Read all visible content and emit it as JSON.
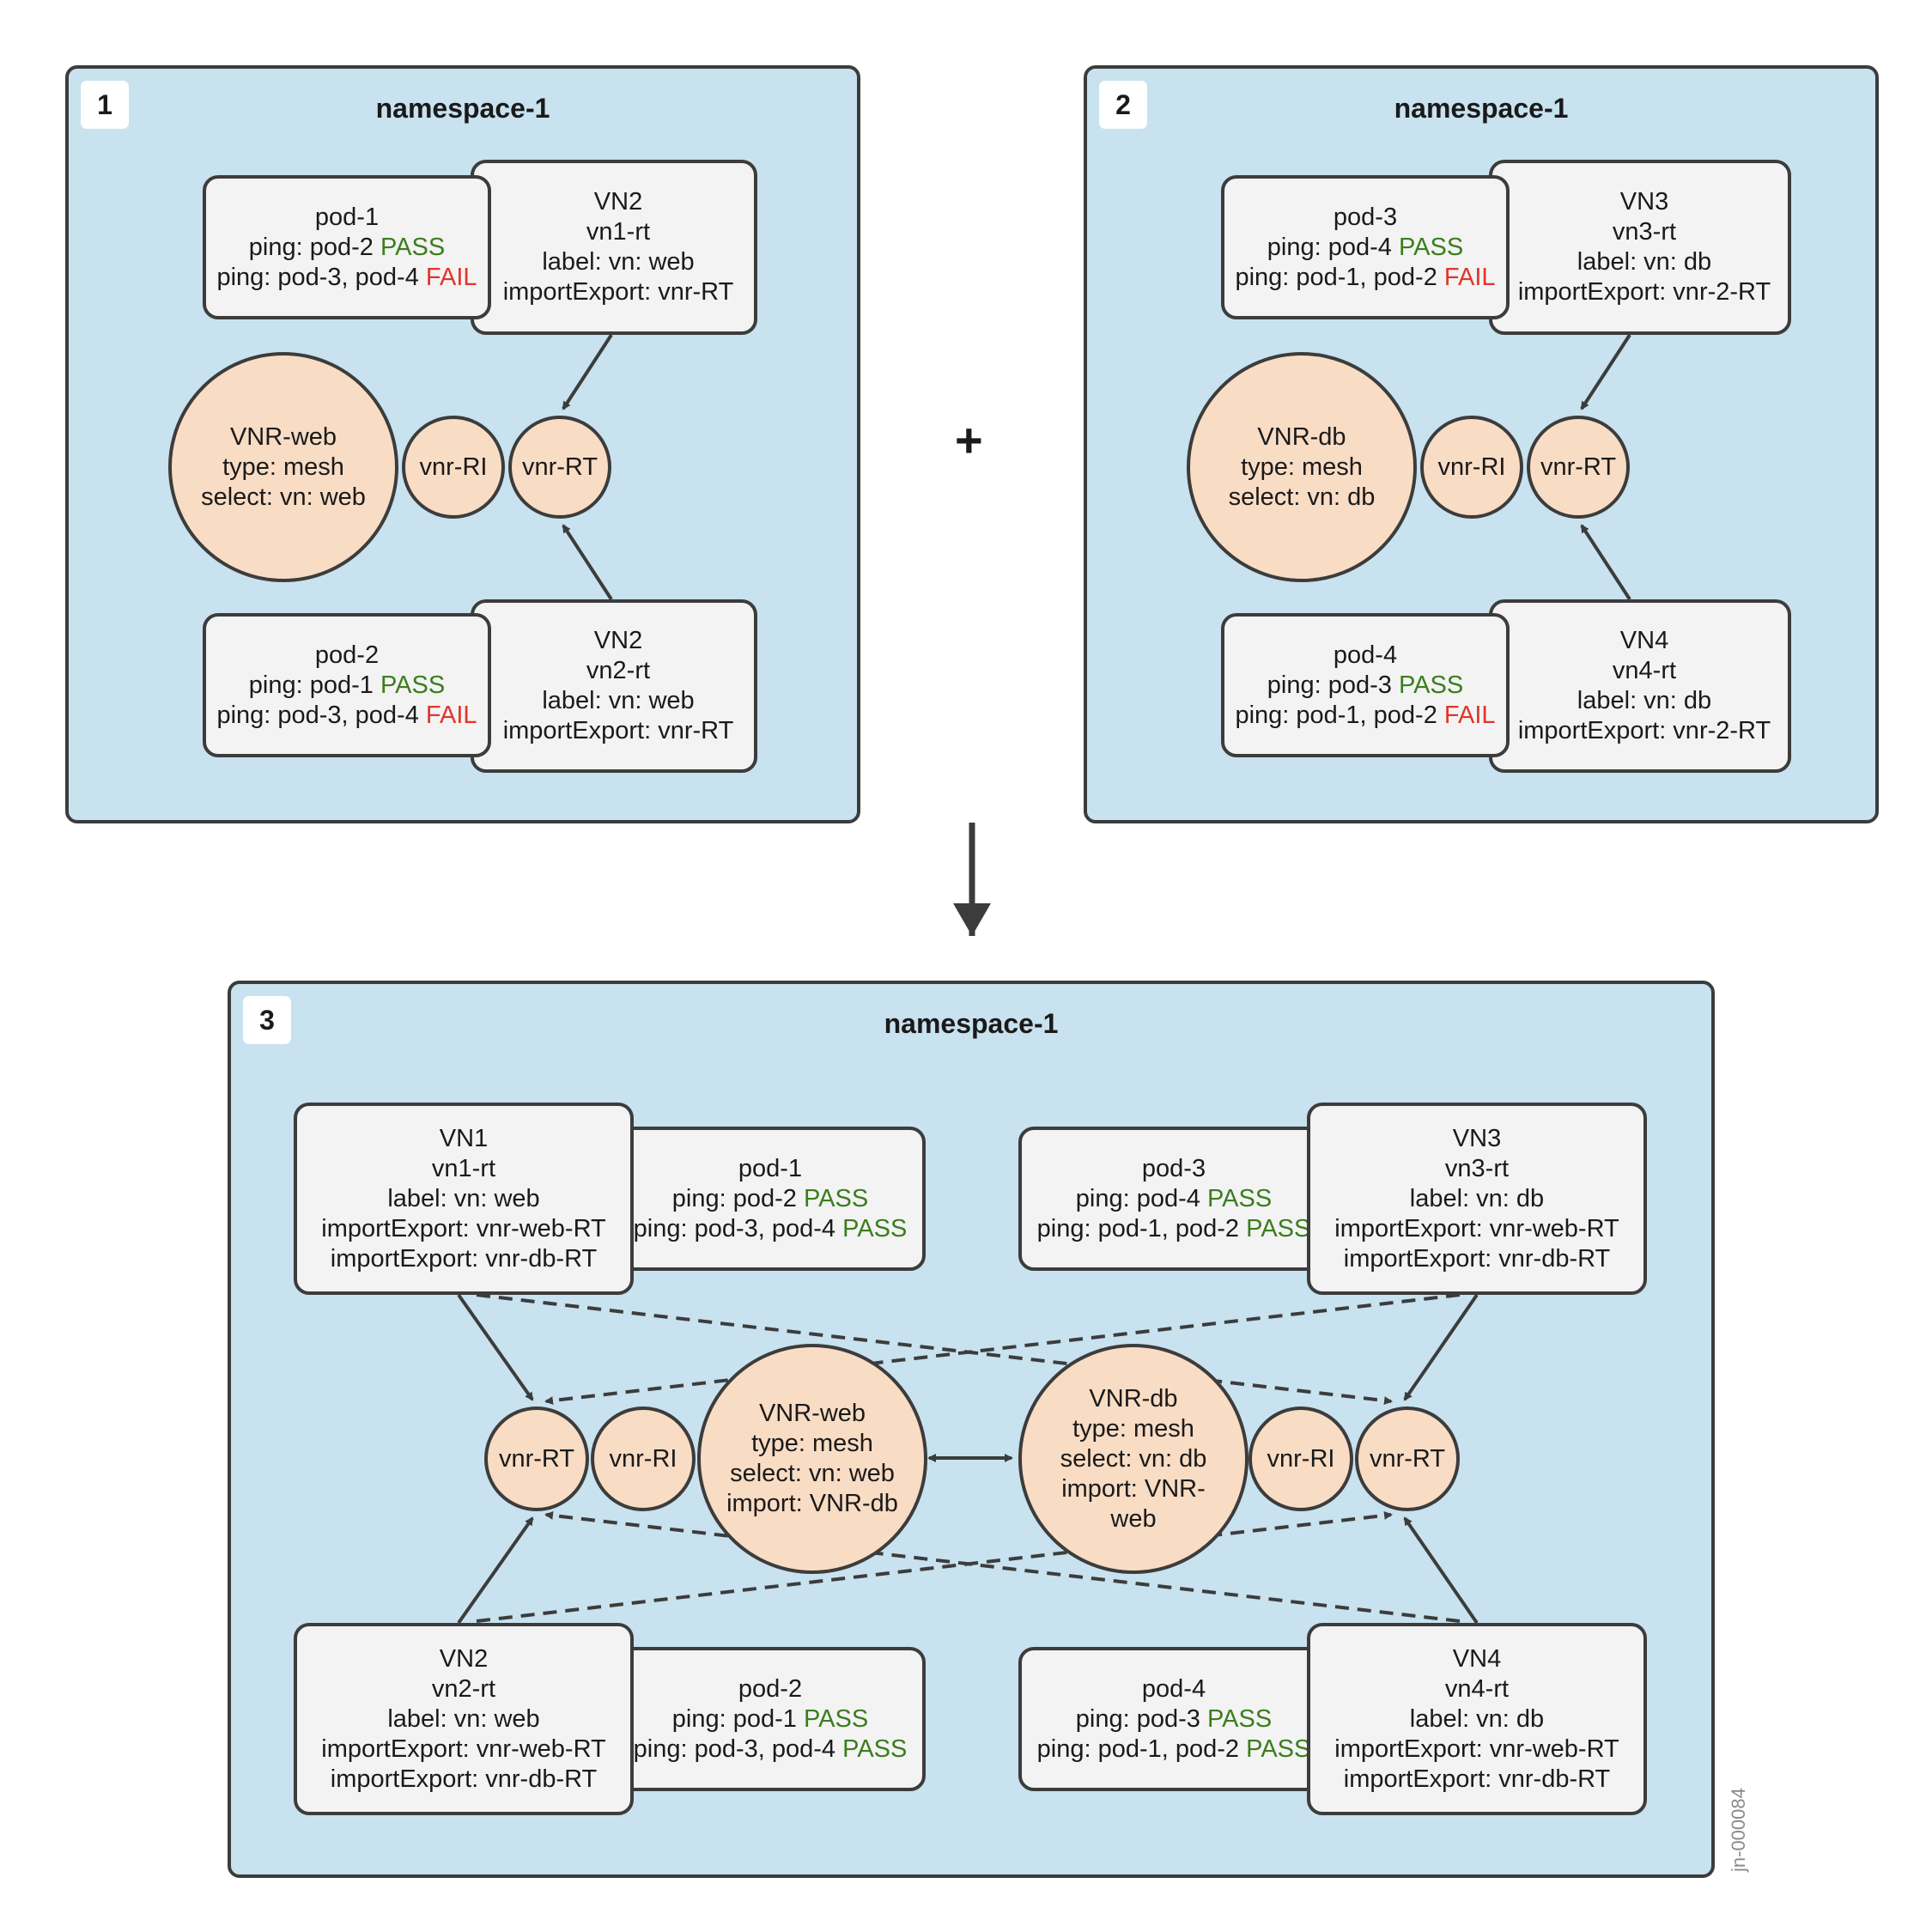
{
  "plus_sign": "+",
  "doc_id": "jn-000084",
  "panel1": {
    "number": "1",
    "title": "namespace-1",
    "pod_top": {
      "name": "pod-1",
      "l1_prefix": "ping: pod-2 ",
      "l1_status": "PASS",
      "l2_prefix": "ping: pod-3, pod-4 ",
      "l2_status": "FAIL"
    },
    "vn_top": {
      "l1": "VN2",
      "l2": "vn1-rt",
      "l3": "label: vn: web",
      "l4": "importExport: vnr-RT"
    },
    "vnr": {
      "l1": "VNR-web",
      "l2": "type: mesh",
      "l3": "select: vn: web"
    },
    "ri": "vnr-RI",
    "rt": "vnr-RT",
    "pod_bot": {
      "name": "pod-2",
      "l1_prefix": "ping: pod-1 ",
      "l1_status": "PASS",
      "l2_prefix": "ping: pod-3, pod-4 ",
      "l2_status": "FAIL"
    },
    "vn_bot": {
      "l1": "VN2",
      "l2": "vn2-rt",
      "l3": "label: vn: web",
      "l4": "importExport: vnr-RT"
    }
  },
  "panel2": {
    "number": "2",
    "title": "namespace-1",
    "pod_top": {
      "name": "pod-3",
      "l1_prefix": "ping: pod-4 ",
      "l1_status": "PASS",
      "l2_prefix": "ping: pod-1, pod-2 ",
      "l2_status": "FAIL"
    },
    "vn_top": {
      "l1": "VN3",
      "l2": "vn3-rt",
      "l3": "label: vn: db",
      "l4": "importExport: vnr-2-RT"
    },
    "vnr": {
      "l1": "VNR-db",
      "l2": "type: mesh",
      "l3": "select: vn: db"
    },
    "ri": "vnr-RI",
    "rt": "vnr-RT",
    "pod_bot": {
      "name": "pod-4",
      "l1_prefix": "ping: pod-3 ",
      "l1_status": "PASS",
      "l2_prefix": "ping: pod-1, pod-2 ",
      "l2_status": "FAIL"
    },
    "vn_bot": {
      "l1": "VN4",
      "l2": "vn4-rt",
      "l3": "label: vn: db",
      "l4": "importExport: vnr-2-RT"
    }
  },
  "panel3": {
    "number": "3",
    "title": "namespace-1",
    "vn1": {
      "l1": "VN1",
      "l2": "vn1-rt",
      "l3": "label: vn: web",
      "l4": "importExport: vnr-web-RT",
      "l5": "importExport: vnr-db-RT"
    },
    "pod1": {
      "name": "pod-1",
      "l1_prefix": "ping: pod-2 ",
      "l1_status": "PASS",
      "l2_prefix": "ping: pod-3, pod-4 ",
      "l2_status": "PASS"
    },
    "pod3": {
      "name": "pod-3",
      "l1_prefix": "ping: pod-4 ",
      "l1_status": "PASS",
      "l2_prefix": "ping: pod-1, pod-2 ",
      "l2_status": "PASS"
    },
    "vn3": {
      "l1": "VN3",
      "l2": "vn3-rt",
      "l3": "label: vn: db",
      "l4": "importExport: vnr-web-RT",
      "l5": "importExport: vnr-db-RT"
    },
    "rt_left": "vnr-RT",
    "ri_left": "vnr-RI",
    "vnr_web": {
      "l1": "VNR-web",
      "l2": "type: mesh",
      "l3": "select: vn: web",
      "l4": "import: VNR-db"
    },
    "vnr_db": {
      "l1": "VNR-db",
      "l2": "type: mesh",
      "l3": "select: vn: db",
      "l4": "import: VNR-",
      "l5": "web"
    },
    "ri_right": "vnr-RI",
    "rt_right": "vnr-RT",
    "vn2": {
      "l1": "VN2",
      "l2": "vn2-rt",
      "l3": "label: vn: web",
      "l4": "importExport: vnr-web-RT",
      "l5": "importExport: vnr-db-RT"
    },
    "pod2": {
      "name": "pod-2",
      "l1_prefix": "ping: pod-1 ",
      "l1_status": "PASS",
      "l2_prefix": "ping: pod-3, pod-4 ",
      "l2_status": "PASS"
    },
    "pod4": {
      "name": "pod-4",
      "l1_prefix": "ping: pod-3 ",
      "l1_status": "PASS",
      "l2_prefix": "ping: pod-1, pod-2 ",
      "l2_status": "PASS"
    },
    "vn4": {
      "l1": "VN4",
      "l2": "vn4-rt",
      "l3": "label: vn: db",
      "l4": "importExport: vnr-web-RT",
      "l5": "importExport: vnr-db-RT"
    }
  },
  "colors": {
    "panel_bg": "#c8e2ef",
    "box_bg": "#f3f3f3",
    "circle_bg": "#f9dcc4",
    "pass": "#3c7d1e",
    "fail": "#e0352b",
    "border": "#3c3c3c"
  }
}
